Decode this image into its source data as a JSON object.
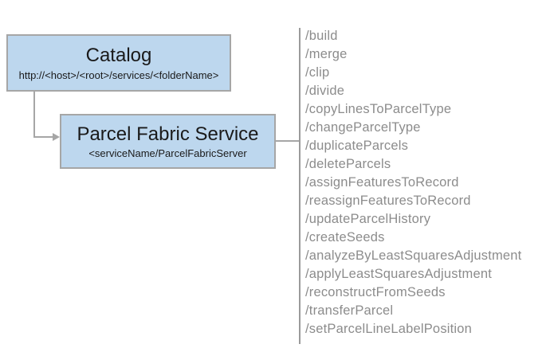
{
  "diagram": {
    "colors": {
      "box_fill": "#bdd7ee",
      "box_border": "#a6a6a6",
      "connector": "#a6a6a6",
      "divider": "#9b9b9b",
      "endpoint_text": "#8c8c8c",
      "box_text": "#1a1a1a"
    },
    "catalog_box": {
      "title": "Catalog",
      "subtitle": "http://<host>/<root>/services/<folderName>"
    },
    "service_box": {
      "title": "Parcel Fabric Service",
      "subtitle": "<serviceName/ParcelFabricServer"
    },
    "endpoints": [
      "/build",
      "/merge",
      "/clip",
      "/divide",
      "/copyLinesToParcelType",
      "/changeParcelType",
      "/duplicateParcels",
      "/deleteParcels",
      "/assignFeaturesToRecord",
      "/reassignFeaturesToRecord",
      "/updateParcelHistory",
      "/createSeeds",
      "/analyzeByLeastSquaresAdjustment",
      "/applyLeastSquaresAdjustment",
      "/reconstructFromSeeds",
      "/transferParcel",
      "/setParcelLineLabelPosition"
    ]
  }
}
